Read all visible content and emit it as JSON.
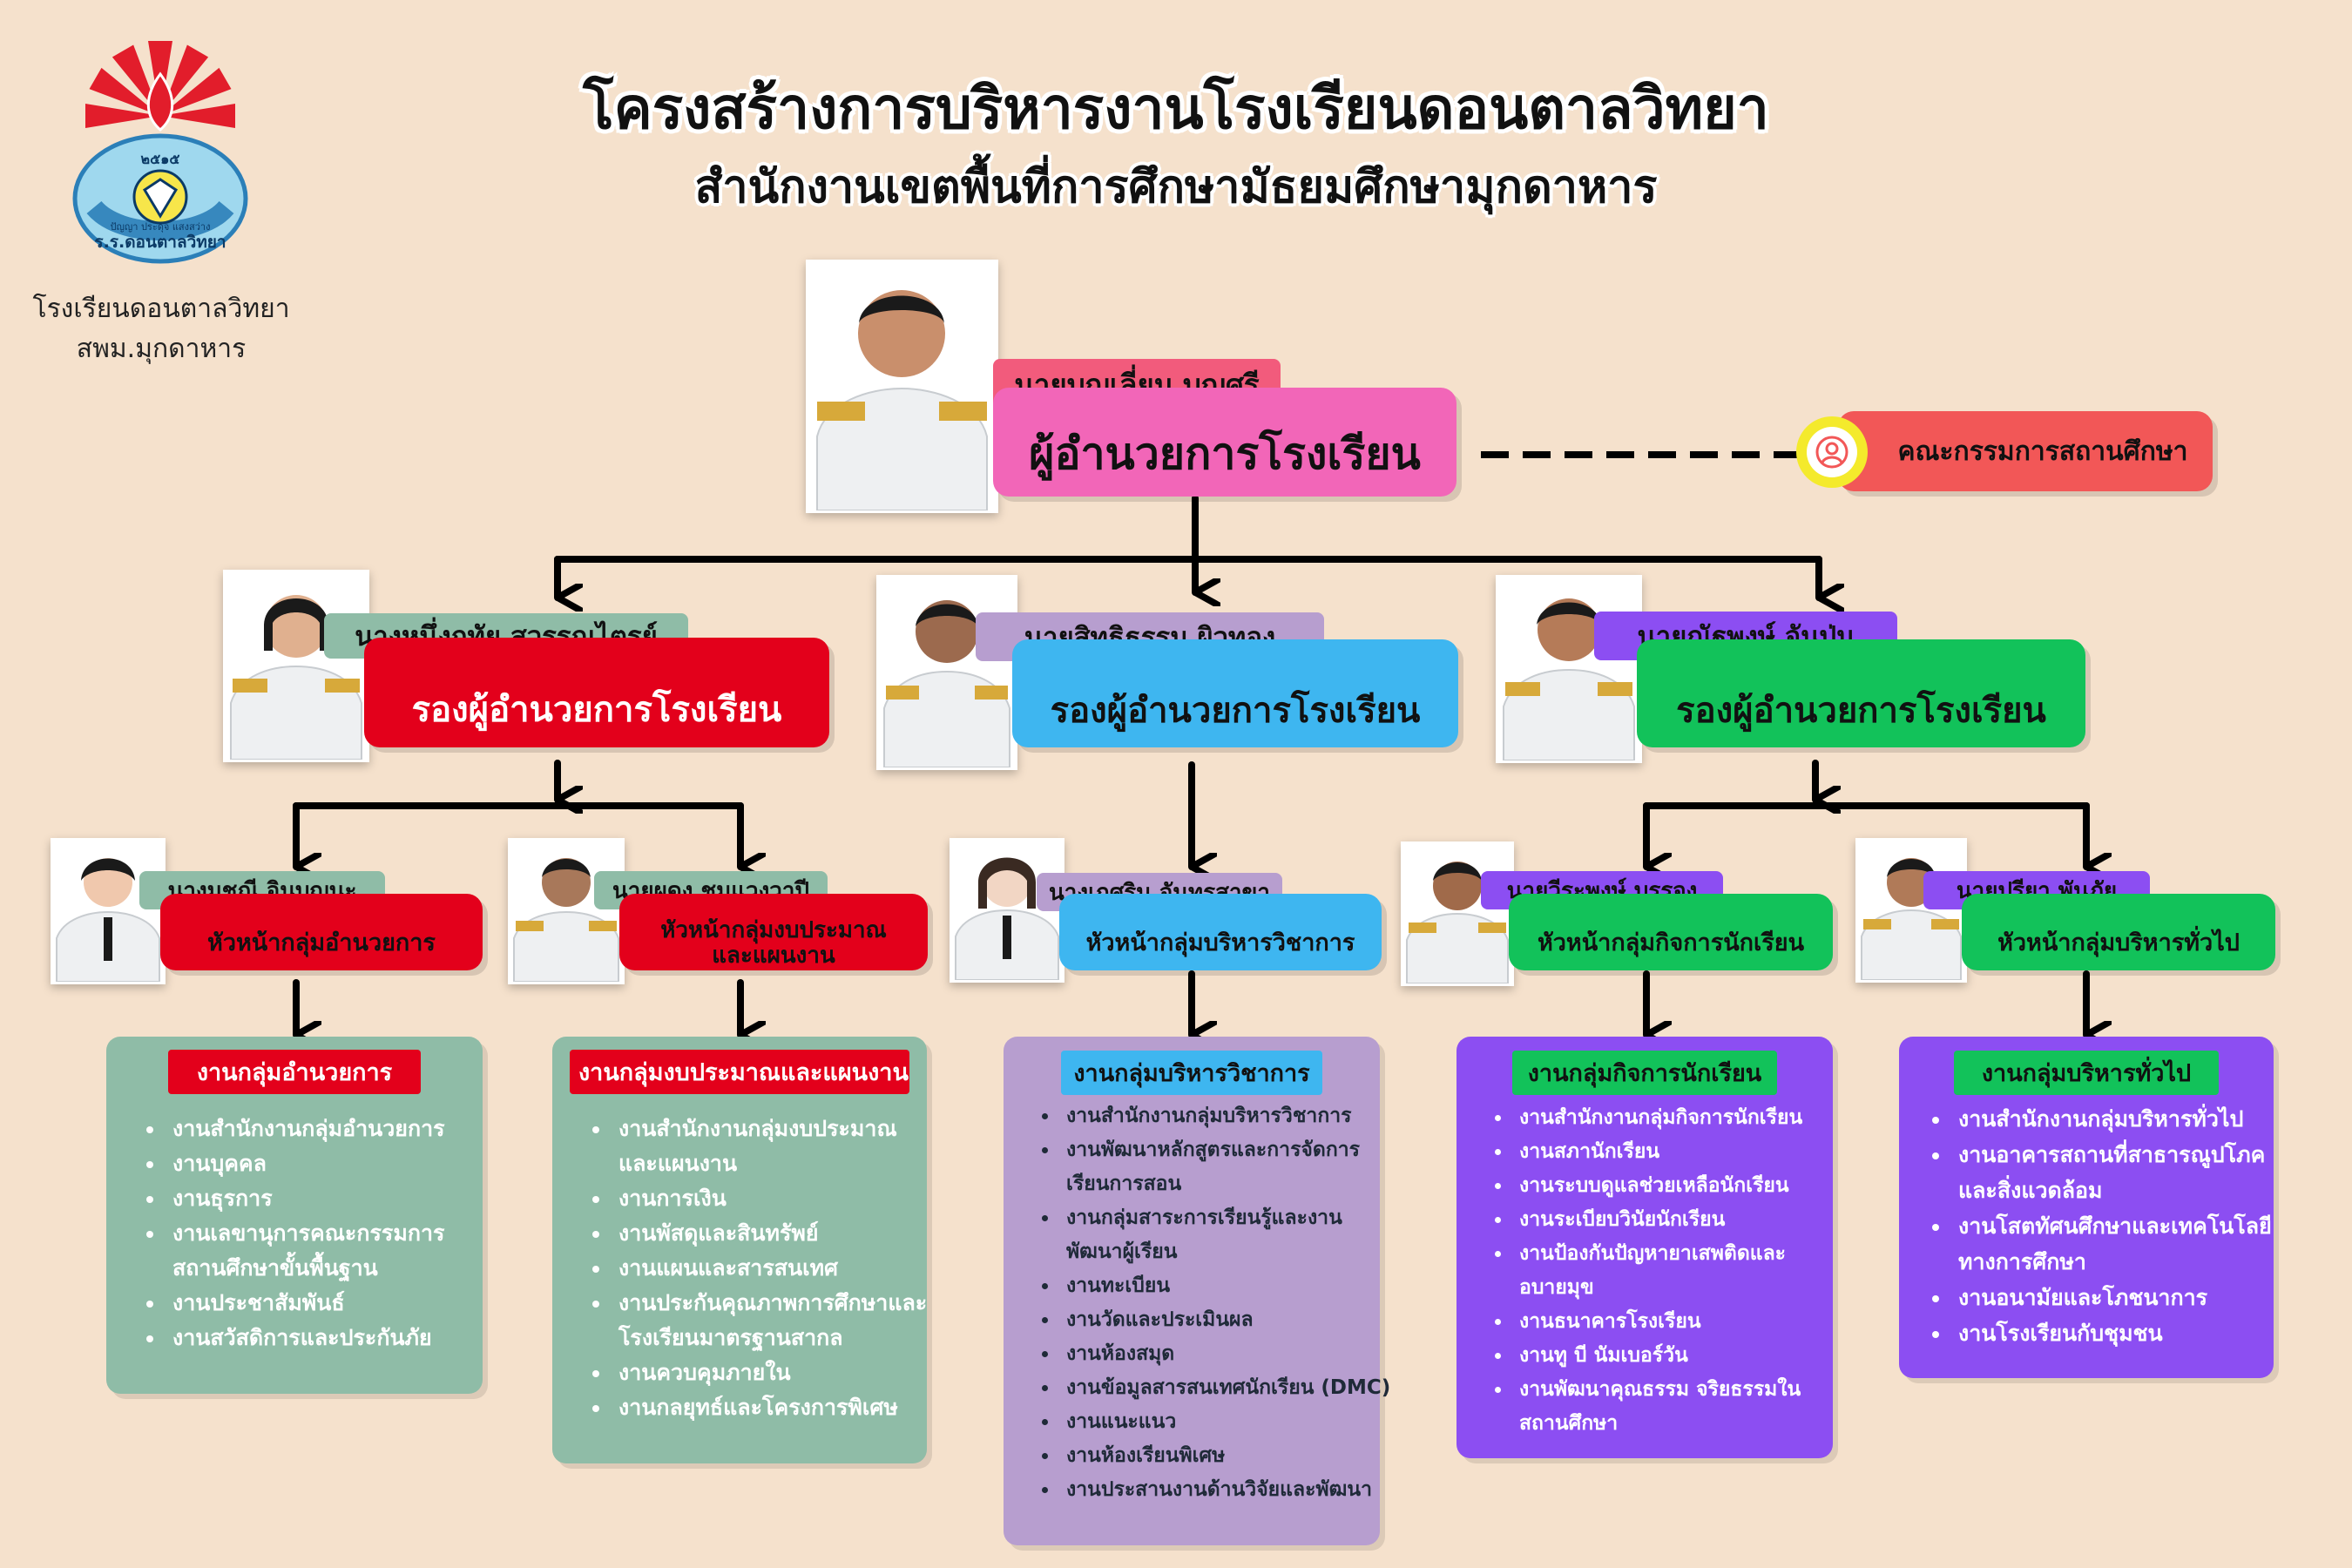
{
  "header": {
    "title": "โครงสร้างการบริหารงานโรงเรียนดอนตาลวิทยา",
    "subtitle": "สำนักงานเขตพื้นที่การศึกษามัธยมศึกษามุกดาหาร"
  },
  "school": {
    "name": "โรงเรียนดอนตาลวิทยา",
    "area": "สพม.มุกดาหาร",
    "logo_year": "๒๕๑๕",
    "logo_ring_text": "ร.ร.ดอนตาลวิทยา",
    "logo_motto": "ปัญญา ประดุจ แสงสว่าง"
  },
  "director": {
    "name": "นายบุญเลี่ยม บุญศรี",
    "role": "ผู้อำนวยการโรงเรียน"
  },
  "committee": {
    "label": "คณะกรรมการสถานศึกษา"
  },
  "deputies": [
    {
      "name": "นางหนึ่งฤทัย สุวรรณไตรย์",
      "role": "รองผู้อำนวยการโรงเรียน"
    },
    {
      "name": "นายสิทธิธรรม ผิวทอง",
      "role": "รองผู้อำนวยการโรงเรียน"
    },
    {
      "name": "นายณัฐพงษ์ จันปุ่ม",
      "role": "รองผู้อำนวยการโรงเรียน"
    }
  ],
  "heads": [
    {
      "name": "นางมชุณี อินบุญนะ",
      "role": "หัวหน้ากลุ่มอำนวยการ"
    },
    {
      "name": "นายผดุง ชุมแวงวาปี",
      "role": "หัวหน้ากลุ่มงบประมาณ\nและแผนงาน"
    },
    {
      "name": "นางเกศริน จันทรสาขา",
      "role": "หัวหน้ากลุ่มบริหารวิชาการ"
    },
    {
      "name": "นายวีระพงษ์ บรรจง",
      "role": "หัวหน้ากลุ่มกิจการนักเรียน"
    },
    {
      "name": "นายปรียา พันภัย",
      "role": "หัวหน้ากลุ่มบริหารทั่วไป"
    }
  ],
  "work_groups": [
    {
      "header": "งานกลุ่มอำนวยการ",
      "items": [
        "งานสำนักงานกลุ่มอำนวยการ",
        "งานบุคคล",
        "งานธุรการ",
        "งานเลขานุการคณะกรรมการสถานศึกษาขั้นพื้นฐาน",
        "งานประชาสัมพันธ์",
        "งานสวัสดิการและประกันภัย"
      ]
    },
    {
      "header": "งานกลุ่มงบประมาณและแผนงาน",
      "items": [
        "งานสำนักงานกลุ่มงบประมาณและแผนงาน",
        "งานการเงิน",
        "งานพัสดุและสินทรัพย์",
        "งานแผนและสารสนเทศ",
        "งานประกันคุณภาพการศึกษาและโรงเรียนมาตรฐานสากล",
        "งานควบคุมภายใน",
        "งานกลยุทธ์และโครงการพิเศษ"
      ]
    },
    {
      "header": "งานกลุ่มบริหารวิชาการ",
      "items": [
        "งานสำนักงานกลุ่มบริหารวิชาการ",
        "งานพัฒนาหลักสูตรและการจัดการเรียนการสอน",
        "งานกลุ่มสาระการเรียนรู้และงานพัฒนาผู้เรียน",
        "งานทะเบียน",
        "งานวัดและประเมินผล",
        "งานห้องสมุด",
        "งานข้อมูลสารสนเทศนักเรียน (DMC)",
        "งานแนะแนว",
        "งานห้องเรียนพิเศษ",
        "งานประสานงานด้านวิจัยและพัฒนา"
      ]
    },
    {
      "header": "งานกลุ่มกิจการนักเรียน",
      "items": [
        "งานสำนักงานกลุ่มกิจการนักเรียน",
        "งานสภานักเรียน",
        "งานระบบดูแลช่วยเหลือนักเรียน",
        "งานระเบียบวินัยนักเรียน",
        "งานป้องกันปัญหายาเสพติดและอบายมุข",
        "งานธนาคารโรงเรียน",
        "งานทู บี นัมเบอร์วัน",
        "งานพัฒนาคุณธรรม จริยธรรมในสถานศึกษา"
      ]
    },
    {
      "header": "งานกลุ่มบริหารทั่วไป",
      "items": [
        "งานสำนักงานกลุ่มบริหารทั่วไป",
        "งานอาคารสถานที่สาธารณูปโภคและสิ่งแวดล้อม",
        "งานโสตทัศนศึกษาและเทคโนโลยีทางการศึกษา",
        "งานอนามัยและโภชนาการ",
        "งานโรงเรียนกับชุมชน"
      ]
    }
  ],
  "colors": {
    "background": "#f5e1cc",
    "director": "#f266b8",
    "committee": "#f25757",
    "red": "#e3001b",
    "blue": "#3eb6f0",
    "green": "#12c25a",
    "purple": "#8c4ef2",
    "lavender": "#b79ecf",
    "sage": "#8fbca7"
  }
}
